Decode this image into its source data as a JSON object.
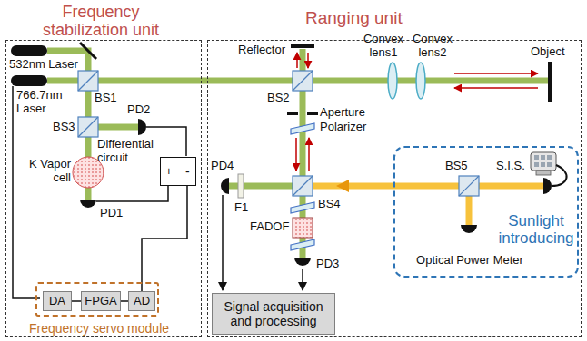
{
  "diagram": {
    "nodes": [
      {
        "text": [
          "Frequency stabilization unit"
        ]
      },
      {
        "text": [
          "Differential circuit",
          "+",
          "-"
        ],
        "in": 0
      },
      {
        "text": [
          "Frequency servo module"
        ],
        "in": 0
      },
      {
        "text": [
          "DA"
        ],
        "in": 2
      },
      {
        "text": [
          "FPGA"
        ],
        "in": 2
      },
      {
        "text": [
          "AD"
        ],
        "in": 2
      },
      {
        "text": [
          "Ranging unit"
        ]
      },
      {
        "text": [
          "Sunlight introducing"
        ],
        "in": 6
      },
      {
        "text": [
          "Signal acquisition and processing"
        ],
        "in": 6
      }
    ],
    "edges": [
      {
        "from": 1,
        "to": 5,
        "arrow": "none"
      },
      {
        "from": 3,
        "to": 4,
        "arrow": "none"
      },
      {
        "from": 4,
        "to": 5,
        "arrow": "none"
      }
    ],
    "labels": [
      "532nm Laser",
      "766.7nm Laser",
      "BS1",
      "BS3",
      "PD2",
      "K Vapor cell",
      "PD1",
      "Reflector",
      "BS2",
      "Convex lens1",
      "Convex lens2",
      "Object",
      "Aperture",
      "Polarizer",
      "PD4",
      "F1",
      "BS4",
      "FADOF",
      "PD3",
      "BS5",
      "S.I.S.",
      "Optical Power Meter"
    ]
  }
}
